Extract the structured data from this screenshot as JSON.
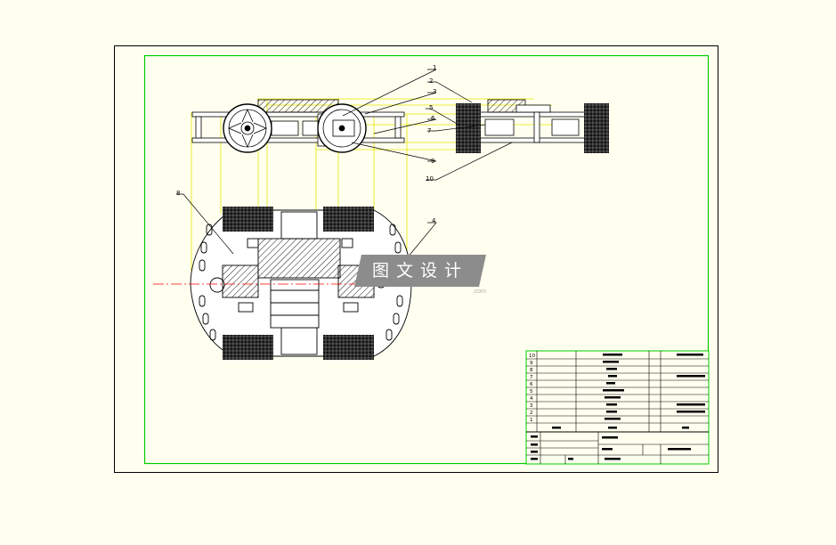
{
  "drawing": {
    "balloons": [
      {
        "label": "1"
      },
      {
        "label": "2"
      },
      {
        "label": "3"
      },
      {
        "label": "5"
      },
      {
        "label": "6"
      },
      {
        "label": "7"
      },
      {
        "label": "9"
      },
      {
        "label": "10"
      },
      {
        "label": "8"
      },
      {
        "label": "4"
      }
    ]
  },
  "watermark": {
    "text": "图文设计",
    "sub": ".com"
  },
  "title_block": {
    "parts_rows": [
      {
        "no": "10"
      },
      {
        "no": "9"
      },
      {
        "no": "8"
      },
      {
        "no": "7"
      },
      {
        "no": "6"
      },
      {
        "no": "5"
      },
      {
        "no": "4"
      },
      {
        "no": "3"
      },
      {
        "no": "2"
      },
      {
        "no": "1"
      }
    ]
  },
  "colors": {
    "border_outer": "#000000",
    "border_inner": "#00cc00",
    "projection_lines": "#e6e600",
    "centerline": "#ff0000",
    "watermark_bg": "#8c8c8c"
  }
}
